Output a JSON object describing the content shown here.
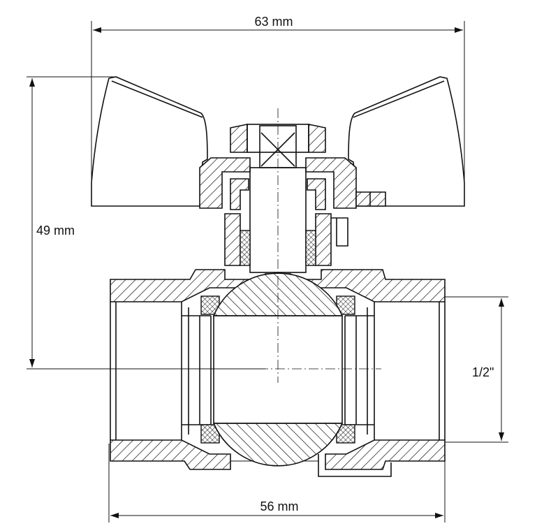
{
  "dimensions": {
    "overall_width": "63 mm",
    "height": "49 mm",
    "body_length": "56 mm",
    "thread_size": "1/2\""
  }
}
